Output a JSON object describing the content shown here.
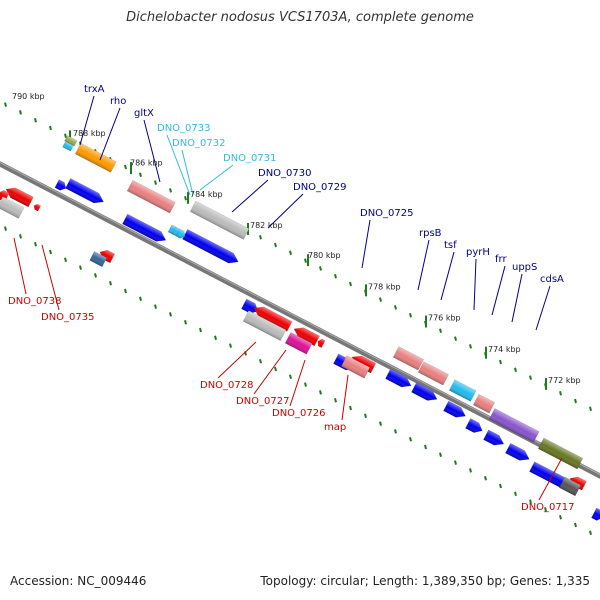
{
  "title": "Dichelobacter nodosus VCS1703A, complete genome",
  "footer": {
    "accession": "Accession: NC_009446",
    "summary": "Topology: circular; Length: 1,389,350 bp; Genes: 1,335"
  },
  "colors": {
    "backbone": "#777777",
    "tick": "#1f7a1f",
    "label_forward": "#00008b",
    "label_reverse": "#cc0000",
    "label_rna": "#33bbdd",
    "blue": "#0000ee",
    "red": "#ee0000",
    "pink": "#e88080",
    "gray": "#bbbbbb",
    "orange": "#ff9900",
    "cyan": "#22bbee",
    "magenta": "#dd1199",
    "purple": "#8855cc",
    "olive": "#667722",
    "steel": "#336699",
    "darkgray": "#555555"
  },
  "tick_labels": [
    {
      "text": "790 kbp",
      "kbp": 790
    },
    {
      "text": "788 kbp",
      "kbp": 788
    },
    {
      "text": "786 kbp",
      "kbp": 786
    },
    {
      "text": "784 kbp",
      "kbp": 784
    },
    {
      "text": "782 kbp",
      "kbp": 782
    },
    {
      "text": "780 kbp",
      "kbp": 780
    },
    {
      "text": "778 kbp",
      "kbp": 778
    },
    {
      "text": "776 kbp",
      "kbp": 776
    },
    {
      "text": "774 kbp",
      "kbp": 774
    },
    {
      "text": "772 kbp",
      "kbp": 772
    }
  ],
  "gene_labels": [
    {
      "text": "trxA",
      "kind": "forward"
    },
    {
      "text": "rho",
      "kind": "forward"
    },
    {
      "text": "gltX",
      "kind": "forward"
    },
    {
      "text": "DNO_0733",
      "kind": "rna"
    },
    {
      "text": "DNO_0732",
      "kind": "rna"
    },
    {
      "text": "DNO_0731",
      "kind": "rna"
    },
    {
      "text": "DNO_0730",
      "kind": "forward"
    },
    {
      "text": "DNO_0729",
      "kind": "forward"
    },
    {
      "text": "DNO_0725",
      "kind": "forward"
    },
    {
      "text": "rpsB",
      "kind": "forward"
    },
    {
      "text": "tsf",
      "kind": "forward"
    },
    {
      "text": "pyrH",
      "kind": "forward"
    },
    {
      "text": "frr",
      "kind": "forward"
    },
    {
      "text": "uppS",
      "kind": "forward"
    },
    {
      "text": "cdsA",
      "kind": "forward"
    },
    {
      "text": "DNO_0738",
      "kind": "reverse"
    },
    {
      "text": "DNO_0735",
      "kind": "reverse"
    },
    {
      "text": "DNO_0728",
      "kind": "reverse"
    },
    {
      "text": "DNO_0727",
      "kind": "reverse"
    },
    {
      "text": "DNO_0726",
      "kind": "reverse"
    },
    {
      "text": "map",
      "kind": "reverse"
    },
    {
      "text": "DNO_0717",
      "kind": "reverse"
    }
  ]
}
